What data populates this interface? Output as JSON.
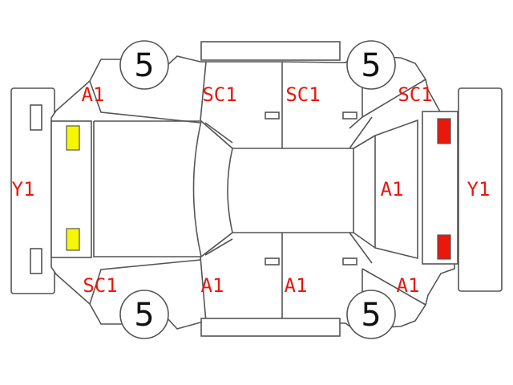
{
  "diagram": {
    "colors": {
      "code": "#e8180c",
      "yellow_lamp": "#f7f700",
      "red_lamp": "#e8180c",
      "outline": "#555555",
      "tread_text": "#111111"
    },
    "tires": {
      "front_left": "5",
      "front_right": "5",
      "rear_left": "5",
      "rear_right": "5"
    },
    "codes": {
      "front_left_fender": "A1",
      "front_left_door": "SC1",
      "rear_left_door": "SC1",
      "rear_left_quarter": "SC1",
      "front_bumper": "Y1",
      "rear_gate": "A1",
      "rear_bumper": "Y1",
      "front_right_fender": "SC1",
      "front_right_door": "A1",
      "rear_right_door": "A1",
      "rear_right_quarter": "A1"
    },
    "lamps": {
      "front_upper": "yellow-lamp",
      "front_lower": "yellow-lamp",
      "rear_upper": "red-lamp",
      "rear_lower": "red-lamp"
    }
  }
}
